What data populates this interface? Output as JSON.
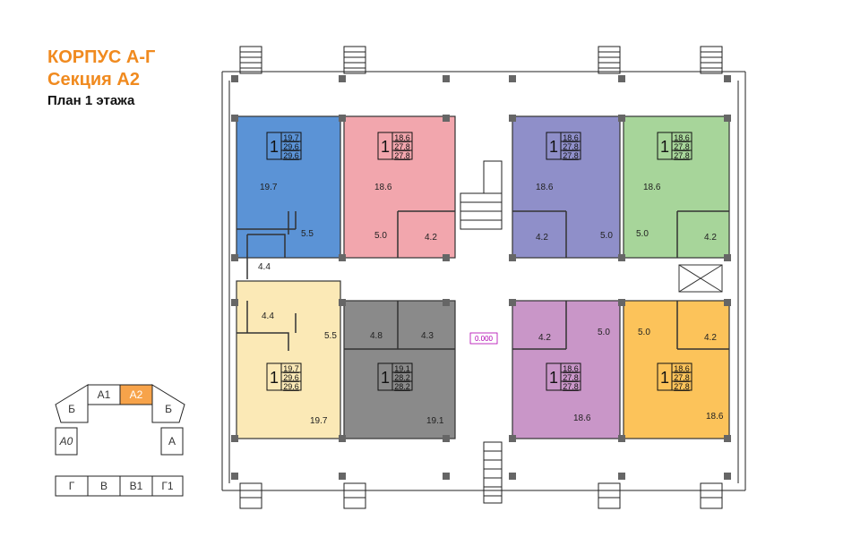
{
  "header": {
    "building": "КОРПУС А-Г",
    "section": "Секция А2",
    "plan": "План 1 этажа"
  },
  "colors": {
    "title_orange": "#f08a1f",
    "blue": "#5b93d6",
    "pink": "#f2a6ad",
    "purple": "#8f8fc9",
    "green": "#a7d59a",
    "beige": "#fbe9b6",
    "gray": "#8a8a8a",
    "lilac": "#c996c8",
    "orange": "#fcc35a",
    "keymap_active": "#f7a34a"
  },
  "level_mark": "0.000",
  "apartments": [
    {
      "id": "blue",
      "rooms": "1",
      "areas": [
        "19.7",
        "29.6",
        "29.6"
      ],
      "room_labels": [
        "19.7",
        "5.5",
        "4.4"
      ]
    },
    {
      "id": "pink",
      "rooms": "1",
      "areas": [
        "18.6",
        "27.8",
        "27.8"
      ],
      "room_labels": [
        "18.6",
        "5.0",
        "4.2"
      ]
    },
    {
      "id": "purple",
      "rooms": "1",
      "areas": [
        "18.6",
        "27.8",
        "27.8"
      ],
      "room_labels": [
        "18.6",
        "4.2",
        "5.0"
      ]
    },
    {
      "id": "green",
      "rooms": "1",
      "areas": [
        "18.6",
        "27.8",
        "27.8"
      ],
      "room_labels": [
        "18.6",
        "5.0",
        "4.2"
      ]
    },
    {
      "id": "beige",
      "rooms": "1",
      "areas": [
        "19.7",
        "29.6",
        "29.6"
      ],
      "room_labels": [
        "4.4",
        "5.5",
        "19.7"
      ]
    },
    {
      "id": "gray",
      "rooms": "1",
      "areas": [
        "19.1",
        "28.2",
        "28.2"
      ],
      "room_labels": [
        "4.8",
        "4.3",
        "19.1"
      ]
    },
    {
      "id": "lilac",
      "rooms": "1",
      "areas": [
        "18.6",
        "27.8",
        "27.8"
      ],
      "room_labels": [
        "4.2",
        "5.0",
        "18.6"
      ]
    },
    {
      "id": "orange",
      "rooms": "1",
      "areas": [
        "18.6",
        "27.8",
        "27.8"
      ],
      "room_labels": [
        "5.0",
        "4.2",
        "18.6"
      ]
    }
  ],
  "keymap": {
    "top": [
      "А1",
      "А2"
    ],
    "active": "А2",
    "left_wing": "Б",
    "right_wing": "Б",
    "left_block": "А0",
    "right_block": "А",
    "bottom": [
      "Г",
      "В",
      "В1",
      "Г1"
    ]
  }
}
